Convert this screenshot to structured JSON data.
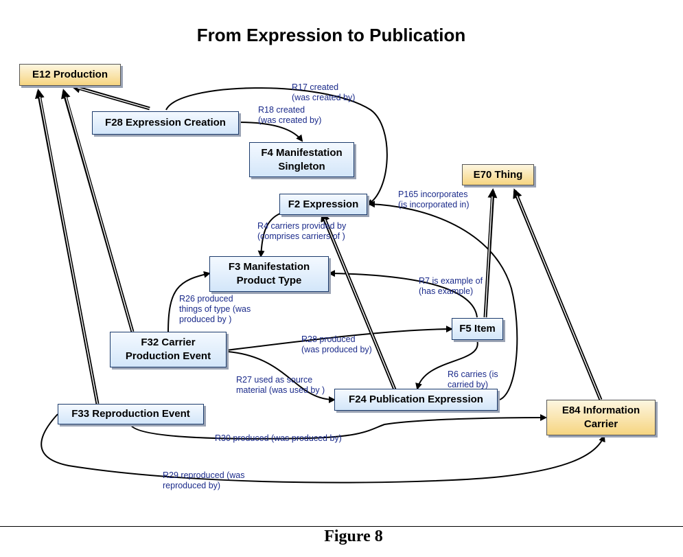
{
  "title": "From Expression to Publication",
  "caption": "Figure 8",
  "nodes": {
    "e12": "E12 Production",
    "f28": "F28 Expression Creation",
    "f4": "F4 Manifestation\nSingleton",
    "e70": "E70 Thing",
    "f2": "F2 Expression",
    "f3": "F3 Manifestation\nProduct Type",
    "f5": "F5 Item",
    "f32": "F32 Carrier\nProduction Event",
    "f24": "F24 Publication Expression",
    "f33": "F33 Reproduction Event",
    "e84": "E84 Information\nCarrier"
  },
  "edge_labels": {
    "r17": "R17 created\n(was created by)",
    "r18": "R18 created\n(was created by)",
    "p165": "P165 incorporates\n(is incorporated in)",
    "r4": "R4 carriers provided by\n(comprises carriers of )",
    "r7": "R7 is example of\n(has example)",
    "r26": "R26  produced\nthings of type (was\nproduced by )",
    "r28": "R28 produced\n(was produced by)",
    "r27": "R27  used as source\nmaterial (was used by )",
    "r6": "R6 carries (is\ncarried by)",
    "r30": "R30 produced (was produced by)",
    "r29": "R29 reproduced (was\nreproduced by)"
  },
  "colors": {
    "class_box": "#d3e6f9",
    "external_box": "#f6d581",
    "label_text": "#1a2a8a"
  }
}
